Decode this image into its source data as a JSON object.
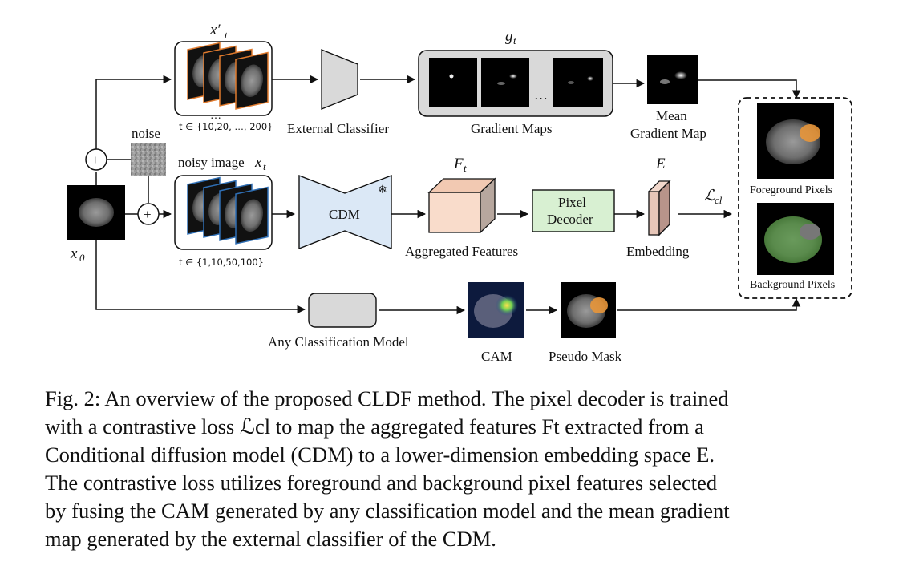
{
  "diagram": {
    "labels": {
      "xt_prime": "x′t",
      "t_set_top": "t ∈ {10,20, …, 200}",
      "external_classifier": "External Classifier",
      "g_t": "gt",
      "gradient_maps": "Gradient Maps",
      "ellipsis": "…",
      "mean_line1": "Mean",
      "mean_line2": "Gradient Map",
      "noise": "noise",
      "noisy_image": "noisy image xt",
      "x0": "x0",
      "t_set_bottom": "t ∈ {1,10,50,100}",
      "cdm": "CDM",
      "snowflake": "❄",
      "F_t": "Ft",
      "aggregated_features": "Aggregated Features",
      "pixel_decoder_line1": "Pixel",
      "pixel_decoder_line2": "Decoder",
      "E": "E",
      "embedding": "Embedding",
      "loss": "ℒcl",
      "foreground_pixels": "Foreground Pixels",
      "background_pixels": "Background Pixels",
      "any_classification_model": "Any Classification Model",
      "cam": "CAM",
      "pseudo_mask": "Pseudo Mask",
      "plus": "+"
    },
    "colors": {
      "cdm_fill": "#dbe8f6",
      "features_fill": "#f9dccb",
      "decoder_fill": "#d8f0d2",
      "embedding_fill": "#e7c6b8",
      "gradient_panel_fill": "#d9d9d9",
      "classifier_fill": "#d9d9d9",
      "frame_orange": "#e07a2d",
      "frame_blue": "#2f6fb5",
      "tumor_orange": "#e8963a",
      "background_green": "#4f9a3a"
    }
  },
  "caption": {
    "lines": [
      "Fig. 2: An overview of the proposed CLDF method. The pixel decoder is trained",
      "with a contrastive loss ℒcl to map the aggregated features Ft extracted from a",
      "Conditional diffusion model (CDM) to a lower-dimension embedding space E.",
      "The contrastive loss utilizes foreground and background pixel features selected",
      "by fusing the CAM generated by any classification model and the mean gradient",
      "map generated by the external classifier of the CDM."
    ]
  }
}
